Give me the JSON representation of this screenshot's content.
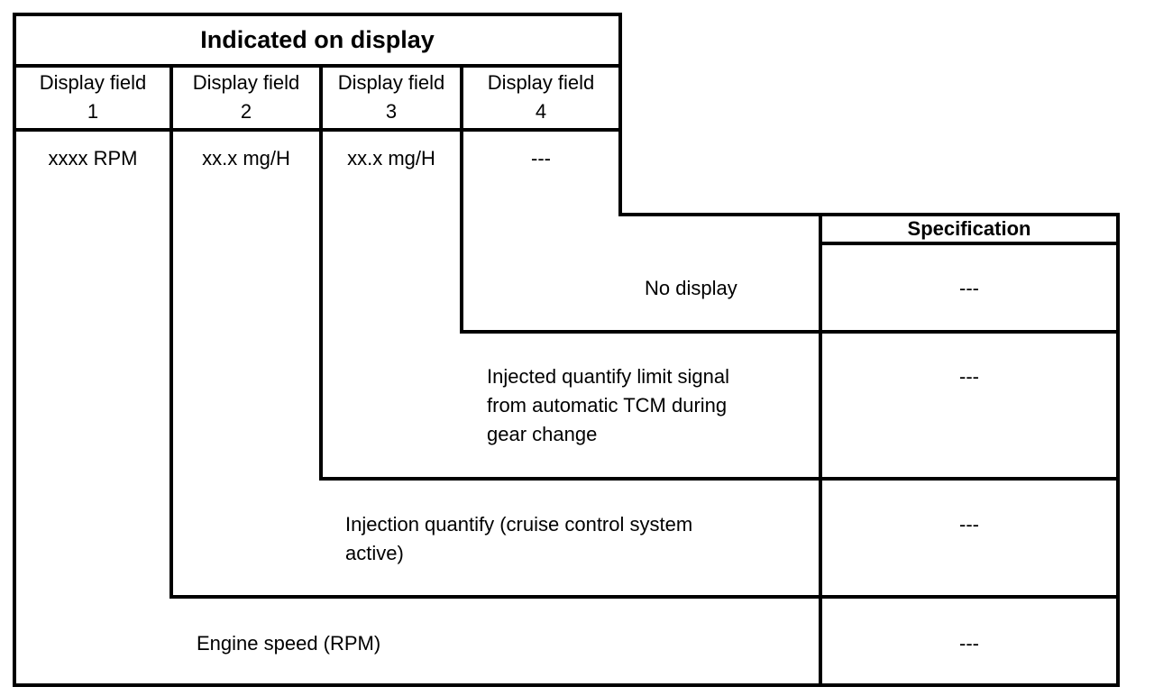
{
  "header": {
    "title": "Indicated on display",
    "spec_title": "Specification"
  },
  "fields": [
    {
      "label": "Display field\n1",
      "value": "xxxx RPM"
    },
    {
      "label": "Display field\n2",
      "value": "xx.x mg/H"
    },
    {
      "label": "Display field\n3",
      "value": "xx.x mg/H"
    },
    {
      "label": "Display field\n4",
      "value": "---"
    }
  ],
  "rows": [
    {
      "description": "No display",
      "spec": "---"
    },
    {
      "description": "Injected quantify limit signal\nfrom automatic TCM during\ngear change",
      "spec": "---"
    },
    {
      "description": "Injection quantify (cruise control system\nactive)",
      "spec": "---"
    },
    {
      "description": "Engine speed (RPM)",
      "spec": "---"
    }
  ]
}
